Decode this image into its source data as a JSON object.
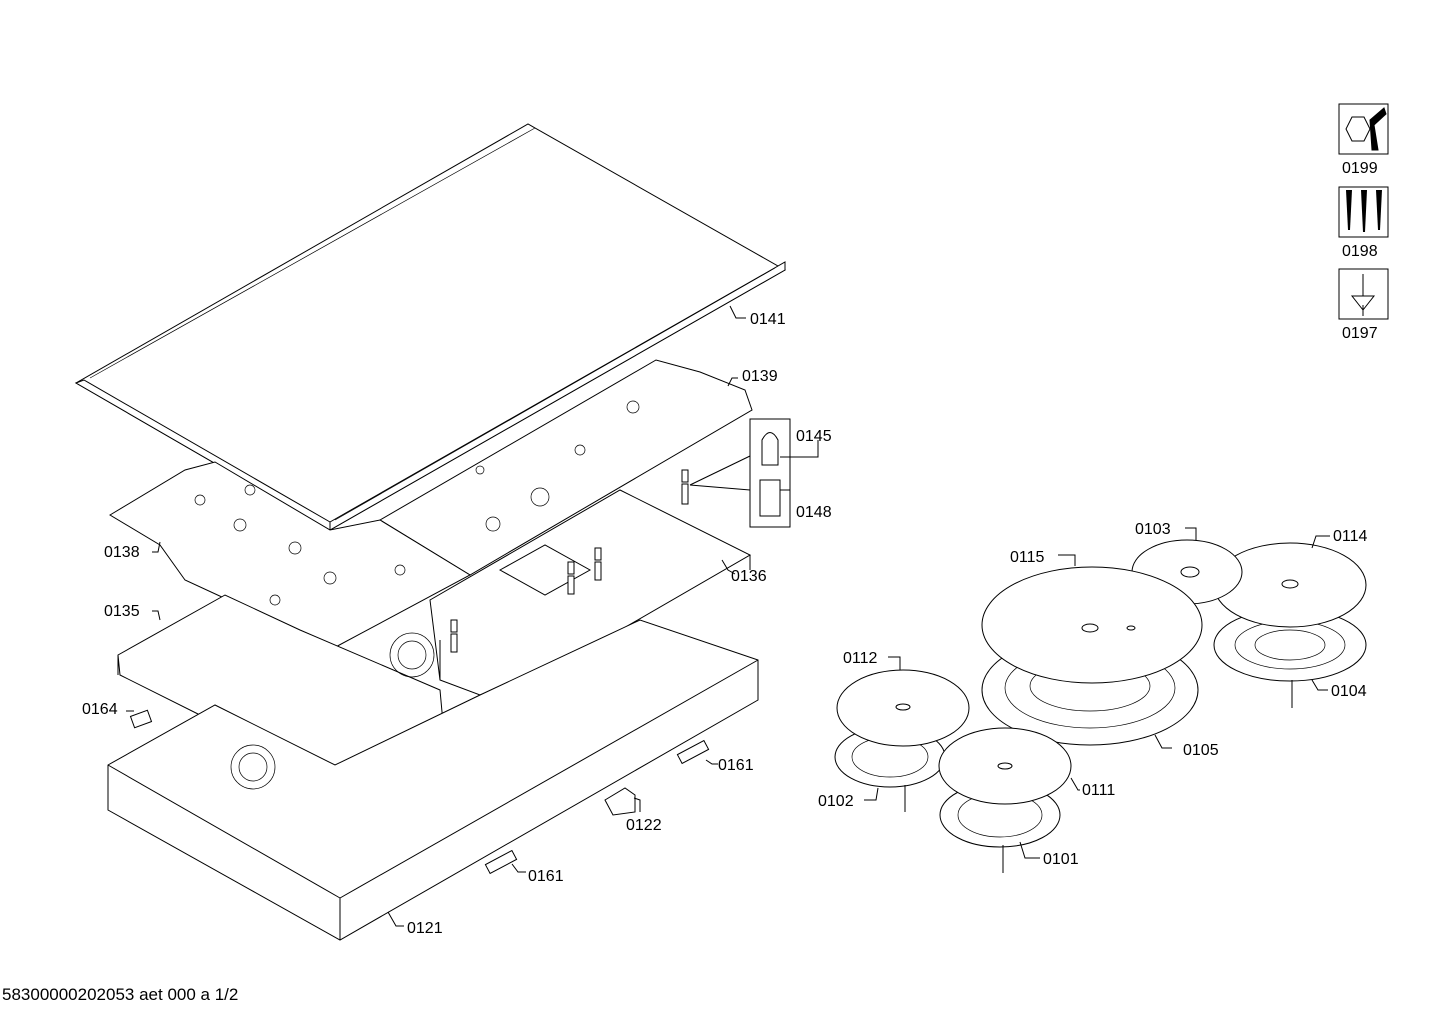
{
  "footer": "58300000202053 aet 000 a 1/2",
  "labels": {
    "p0141": "0141",
    "p0139": "0139",
    "p0145": "0145",
    "p0148": "0148",
    "p0138": "0138",
    "p0136": "0136",
    "p0135": "0135",
    "p0164": "0164",
    "p0161a": "0161",
    "p0122": "0122",
    "p0161b": "0161",
    "p0121": "0121",
    "p0103": "0103",
    "p0114": "0114",
    "p0115": "0115",
    "p0112": "0112",
    "p0104": "0104",
    "p0105": "0105",
    "p0111": "0111",
    "p0102": "0102",
    "p0101": "0101"
  },
  "legend": [
    {
      "label": "0199",
      "icon": "nut-wrench-icon"
    },
    {
      "label": "0198",
      "icon": "screws-icon"
    },
    {
      "label": "0197",
      "icon": "screwdriver-icon"
    }
  ]
}
